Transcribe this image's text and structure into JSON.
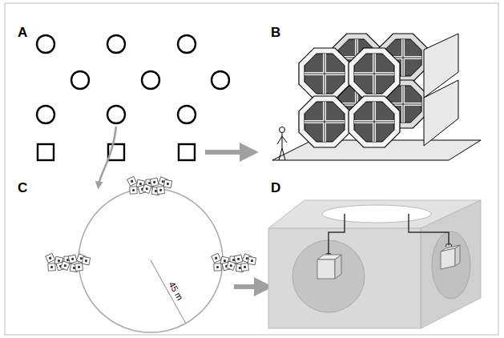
{
  "diagram": {
    "labels": [
      "A",
      "B",
      "C",
      "D",
      "45 m"
    ]
  }
}
